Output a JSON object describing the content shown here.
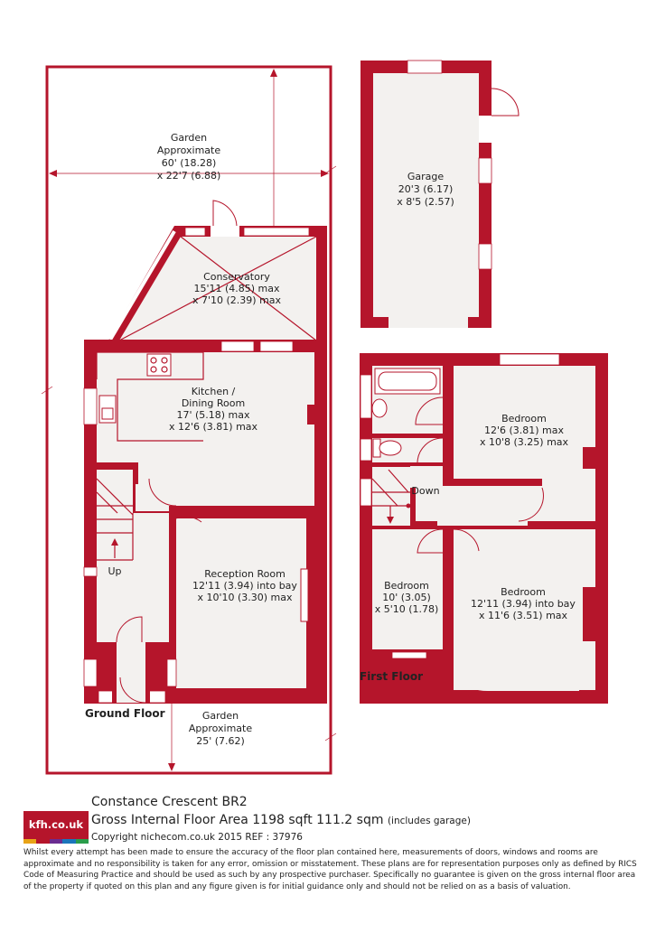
{
  "colors": {
    "wall": "#b5152b",
    "floor": "#f3f1ef",
    "text": "#222222"
  },
  "rooms": {
    "garden_rear": {
      "name": "Garden",
      "line2": "Approximate",
      "dim1": "60' (18.28)",
      "dim2": "x 22'7 (6.88)"
    },
    "garage": {
      "name": "Garage",
      "dim1": "20'3 (6.17)",
      "dim2": "x 8'5 (2.57)"
    },
    "conservatory": {
      "name": "Conservatory",
      "dim1": "15'11 (4.85) max",
      "dim2": "x 7'10 (2.39) max"
    },
    "kitchen": {
      "name": "Kitchen /",
      "line2": "Dining Room",
      "dim1": "17' (5.18) max",
      "dim2": "x 12'6 (3.81) max"
    },
    "reception": {
      "name": "Reception Room",
      "dim1": "12'11 (3.94) into bay",
      "dim2": "x 10'10 (3.30) max"
    },
    "garden_front": {
      "name": "Garden",
      "line2": "Approximate",
      "dim1": "25' (7.62)"
    },
    "bedroom1": {
      "name": "Bedroom",
      "dim1": "12'6 (3.81) max",
      "dim2": "x 10'8 (3.25) max"
    },
    "bedroom2": {
      "name": "Bedroom",
      "dim1": "12'11 (3.94) into bay",
      "dim2": "x 11'6 (3.51) max"
    },
    "bedroom3": {
      "name": "Bedroom",
      "dim1": "10' (3.05)",
      "dim2": "x 5'10 (1.78)"
    }
  },
  "labels": {
    "up": "Up",
    "down": "Down",
    "ground_floor": "Ground Floor",
    "first_floor": "First Floor"
  },
  "footer": {
    "logo": "kfh.co.uk",
    "logo_strip_colors": [
      "#e8a317",
      "#b5152b",
      "#6a2c91",
      "#1b75bb",
      "#2a9d4b"
    ],
    "address": "Constance Crescent  BR2",
    "area_main": "Gross Internal Floor Area 1198 sqft 111.2 sqm",
    "area_note": "(includes garage)",
    "copyright": "Copyright nichecom.co.uk 2015 REF : 37976",
    "disclaimer": "Whilst every attempt has been made to ensure the accuracy of the floor plan contained here, measurements of doors, windows and rooms are approximate and no responsibility is taken for any error, omission or misstatement.  These plans are for representation purposes only as defined by RICS Code of Measuring Practice and should be used as such by any prospective purchaser.  Specifically no guarantee is given on the gross internal floor area of the property if quoted on this plan and any figure given is for initial guidance only and should not be relied on as a basis of valuation."
  }
}
